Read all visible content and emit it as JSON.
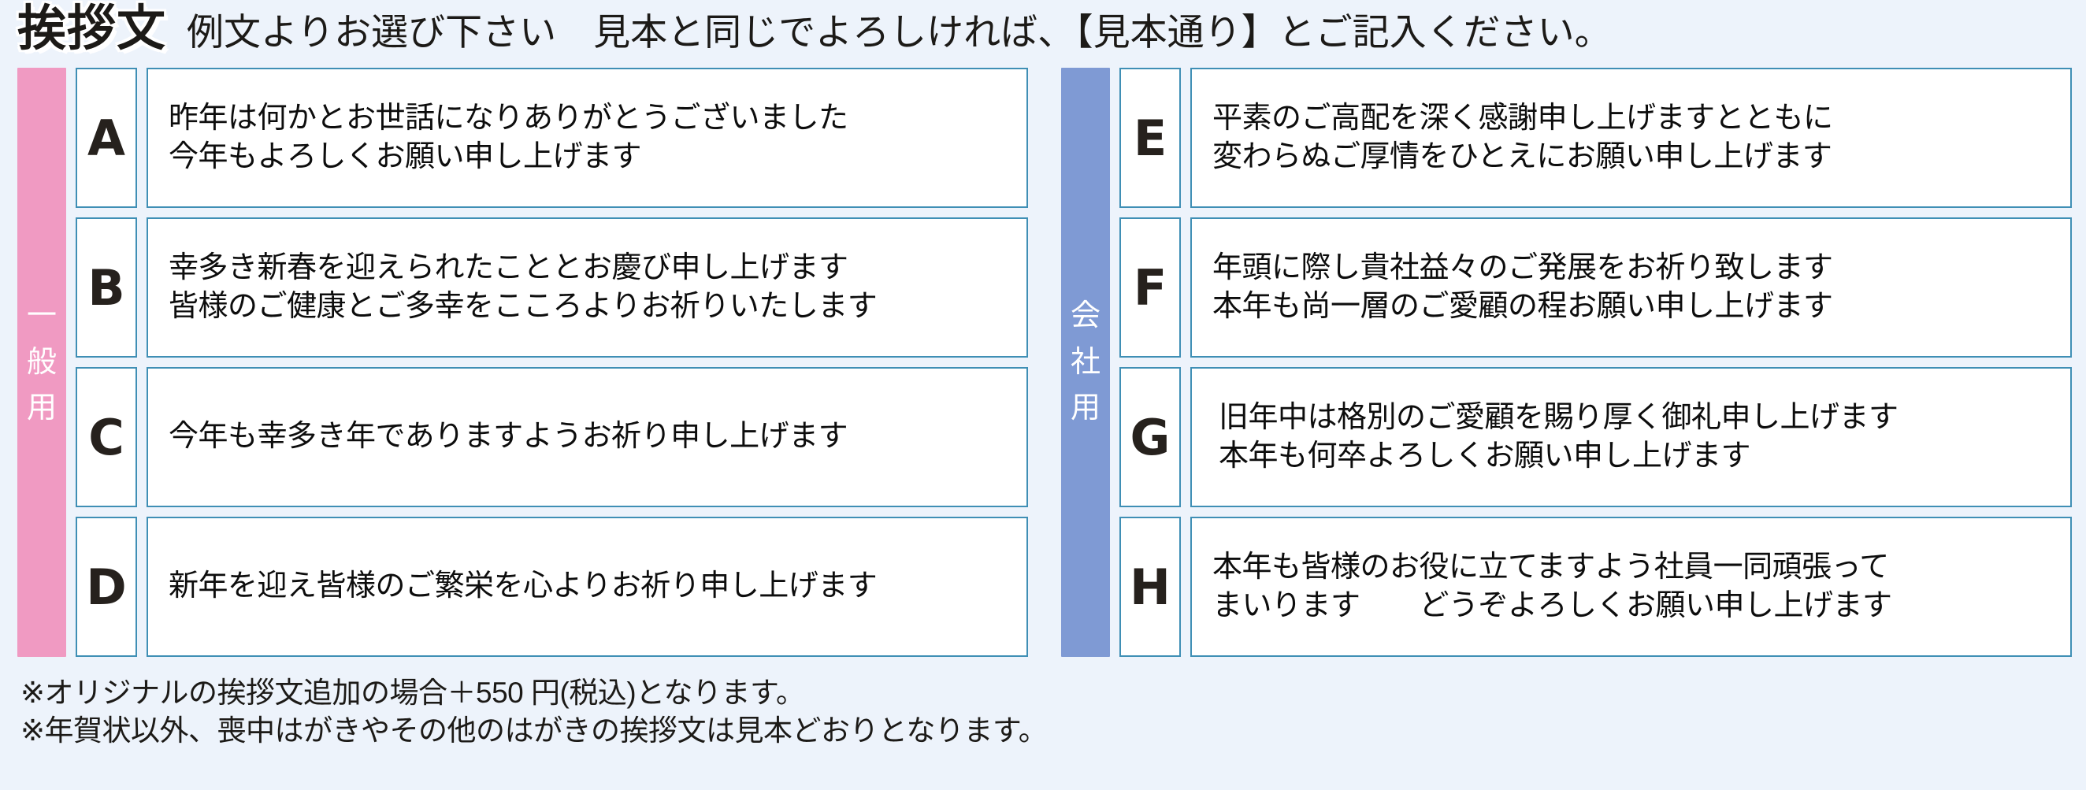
{
  "header": {
    "title": "挨拶文",
    "subtitle": "例文よりお選び下さい　見本と同じでよろしければ、【見本通り】とご記入ください。"
  },
  "columns": [
    {
      "category_label": "一般用",
      "category_chars": [
        "一",
        "般",
        "用"
      ],
      "band_color": "#f09ac2",
      "items": [
        {
          "key": "A",
          "lines": [
            "昨年は何かとお世話になりありがとうございました",
            "今年もよろしくお願い申し上げます"
          ]
        },
        {
          "key": "B",
          "lines": [
            "幸多き新春を迎えられたこととお慶び申し上げます",
            "皆様のご健康とご多幸をこころよりお祈りいたします"
          ]
        },
        {
          "key": "C",
          "lines": [
            "今年も幸多き年でありますようお祈り申し上げます"
          ]
        },
        {
          "key": "D",
          "lines": [
            "新年を迎え皆様のご繁栄を心よりお祈り申し上げます"
          ]
        }
      ]
    },
    {
      "category_label": "会社用",
      "category_chars": [
        "会",
        "社",
        "用"
      ],
      "band_color": "#7f9ad4",
      "items": [
        {
          "key": "E",
          "lines": [
            "平素のご高配を深く感謝申し上げますとともに",
            "変わらぬご厚情をひとえにお願い申し上げます"
          ]
        },
        {
          "key": "F",
          "lines": [
            "年頭に際し貴社益々のご発展をお祈り致します",
            "本年も尚一層のご愛顧の程お願い申し上げます"
          ]
        },
        {
          "key": "G",
          "lines": [
            "旧年中は格別のご愛顧を賜り厚く御礼申し上げます",
            "本年も何卒よろしくお願い申し上げます"
          ]
        },
        {
          "key": "H",
          "lines": [
            "本年も皆様のお役に立てますよう社員一同頑張って",
            "まいります　　どうぞよろしくお願い申し上げます"
          ]
        }
      ]
    }
  ],
  "notes": [
    "※オリジナルの挨拶文追加の場合＋550 円(税込)となります。",
    "※年賀状以外、喪中はがきやその他のはがきの挨拶文は見本どおりとなります。"
  ],
  "colors": {
    "background": "#edf3fb",
    "cell_border": "#3f8fb5",
    "cell_fill": "#ffffff",
    "general_band": "#f09ac2",
    "company_band": "#7f9ad4",
    "text": "#1c1a17"
  }
}
